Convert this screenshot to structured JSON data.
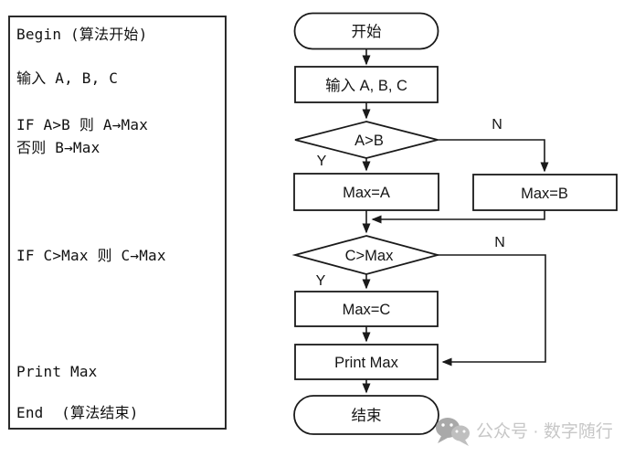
{
  "pseudocode_panel": {
    "lines": [
      "Begin (算法开始)",
      "输入 A, B, C",
      "IF A>B 则 A→Max",
      "否则 B→Max",
      "IF C>Max 则 C→Max",
      "Print Max",
      "End  (算法结束)"
    ]
  },
  "flowchart": {
    "nodes": {
      "start": "开始",
      "input": "输入 A, B, C",
      "decision1": "A>B",
      "max_a": "Max=A",
      "max_b": "Max=B",
      "decision2": "C>Max",
      "max_c": "Max=C",
      "print_max": "Print Max",
      "end": "结束"
    },
    "labels": {
      "yes": "Y",
      "no": "N"
    },
    "stroke_color": "#1a1a1a"
  },
  "watermark": {
    "icon": "wechat-icon",
    "text": "公众号 · 数字随行",
    "text_color": "#c7c7c7"
  }
}
